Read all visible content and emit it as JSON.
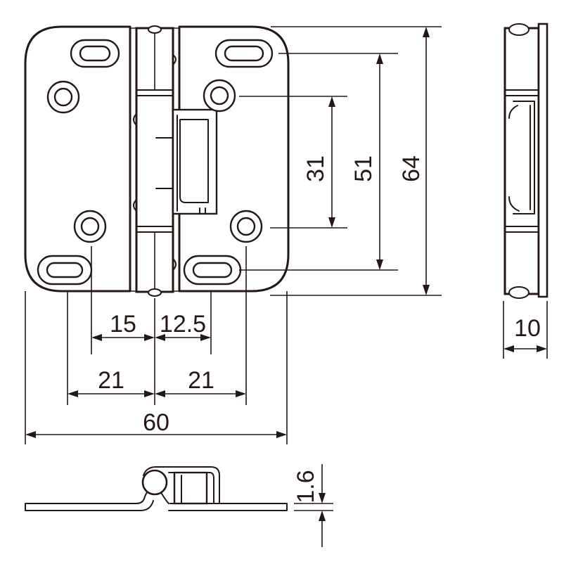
{
  "dimensions": {
    "hinge_height": "64",
    "outer_slot_spacing": "51",
    "inner_hole_spacing": "31",
    "leaf_width": "60",
    "left_outer_offset": "21",
    "right_outer_offset": "21",
    "left_inner_offset": "15",
    "right_inner_offset": "12.5",
    "thickness_total": "10",
    "plate_thickness": "1.6"
  },
  "colors": {
    "line": "#231815",
    "background": "#ffffff"
  }
}
